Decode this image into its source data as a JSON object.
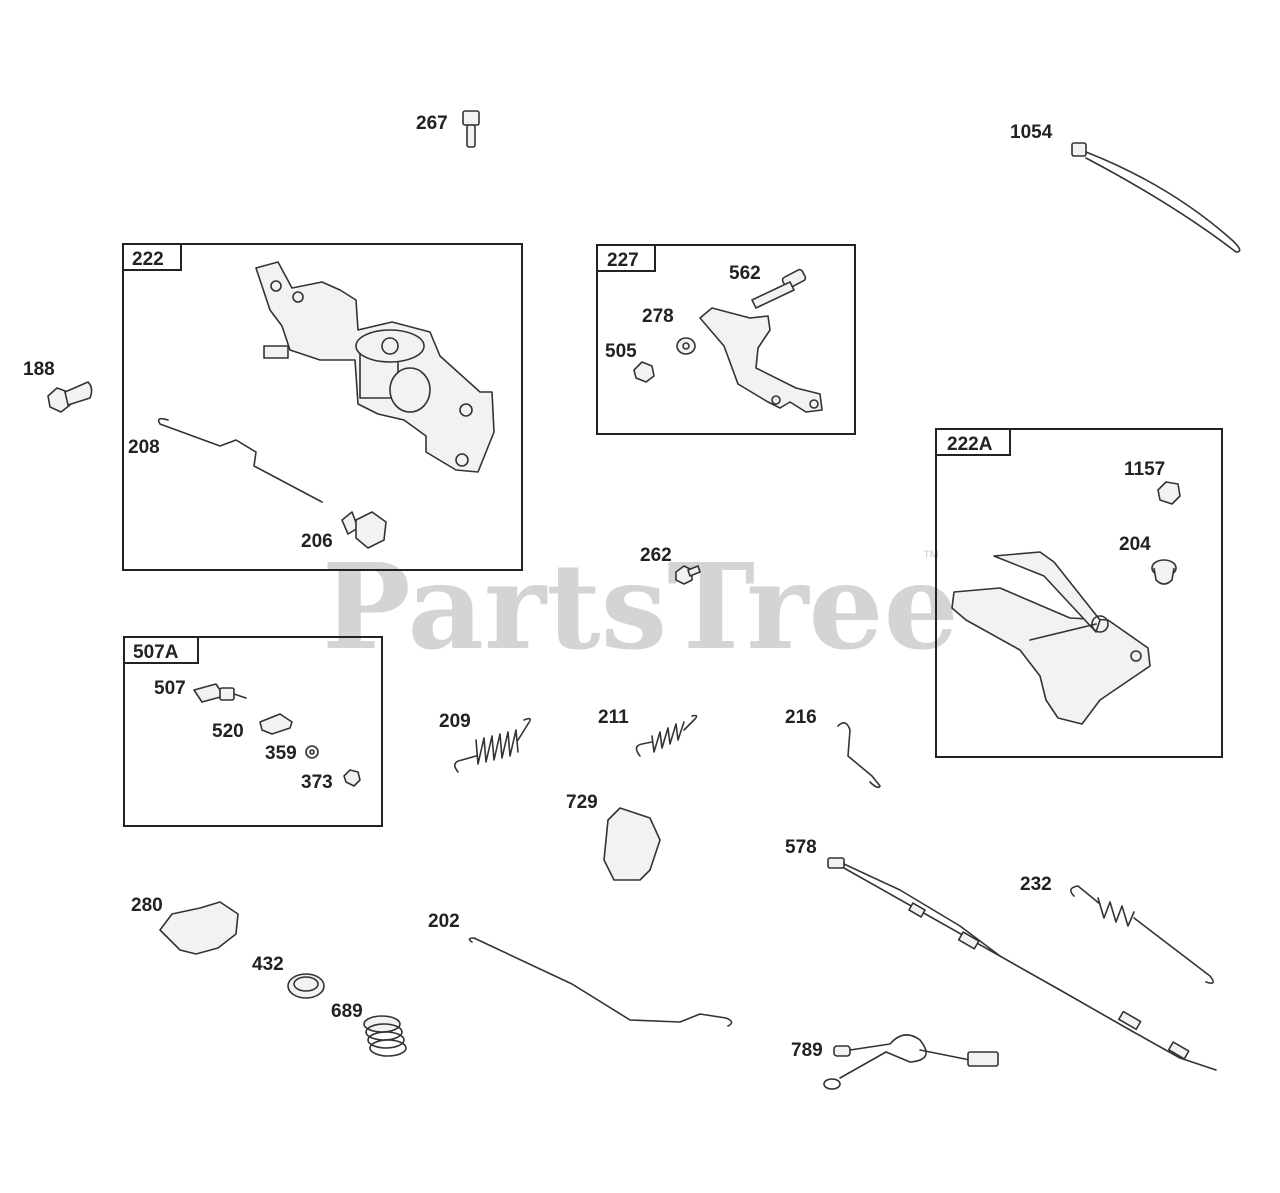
{
  "watermark": {
    "text": "PartsTree",
    "trademark": "™"
  },
  "boxes": {
    "b222": "222",
    "b227": "227",
    "b222A": "222A",
    "b507A": "507A"
  },
  "labels": {
    "p267": "267",
    "p1054": "1054",
    "p188": "188",
    "p208": "208",
    "p206": "206",
    "p562": "562",
    "p278": "278",
    "p505": "505",
    "p1157": "1157",
    "p204": "204",
    "p262": "262",
    "p507": "507",
    "p520": "520",
    "p359": "359",
    "p373": "373",
    "p209": "209",
    "p211": "211",
    "p216": "216",
    "p729": "729",
    "p578": "578",
    "p232": "232",
    "p280": "280",
    "p432": "432",
    "p689": "689",
    "p202": "202",
    "p789": "789"
  }
}
